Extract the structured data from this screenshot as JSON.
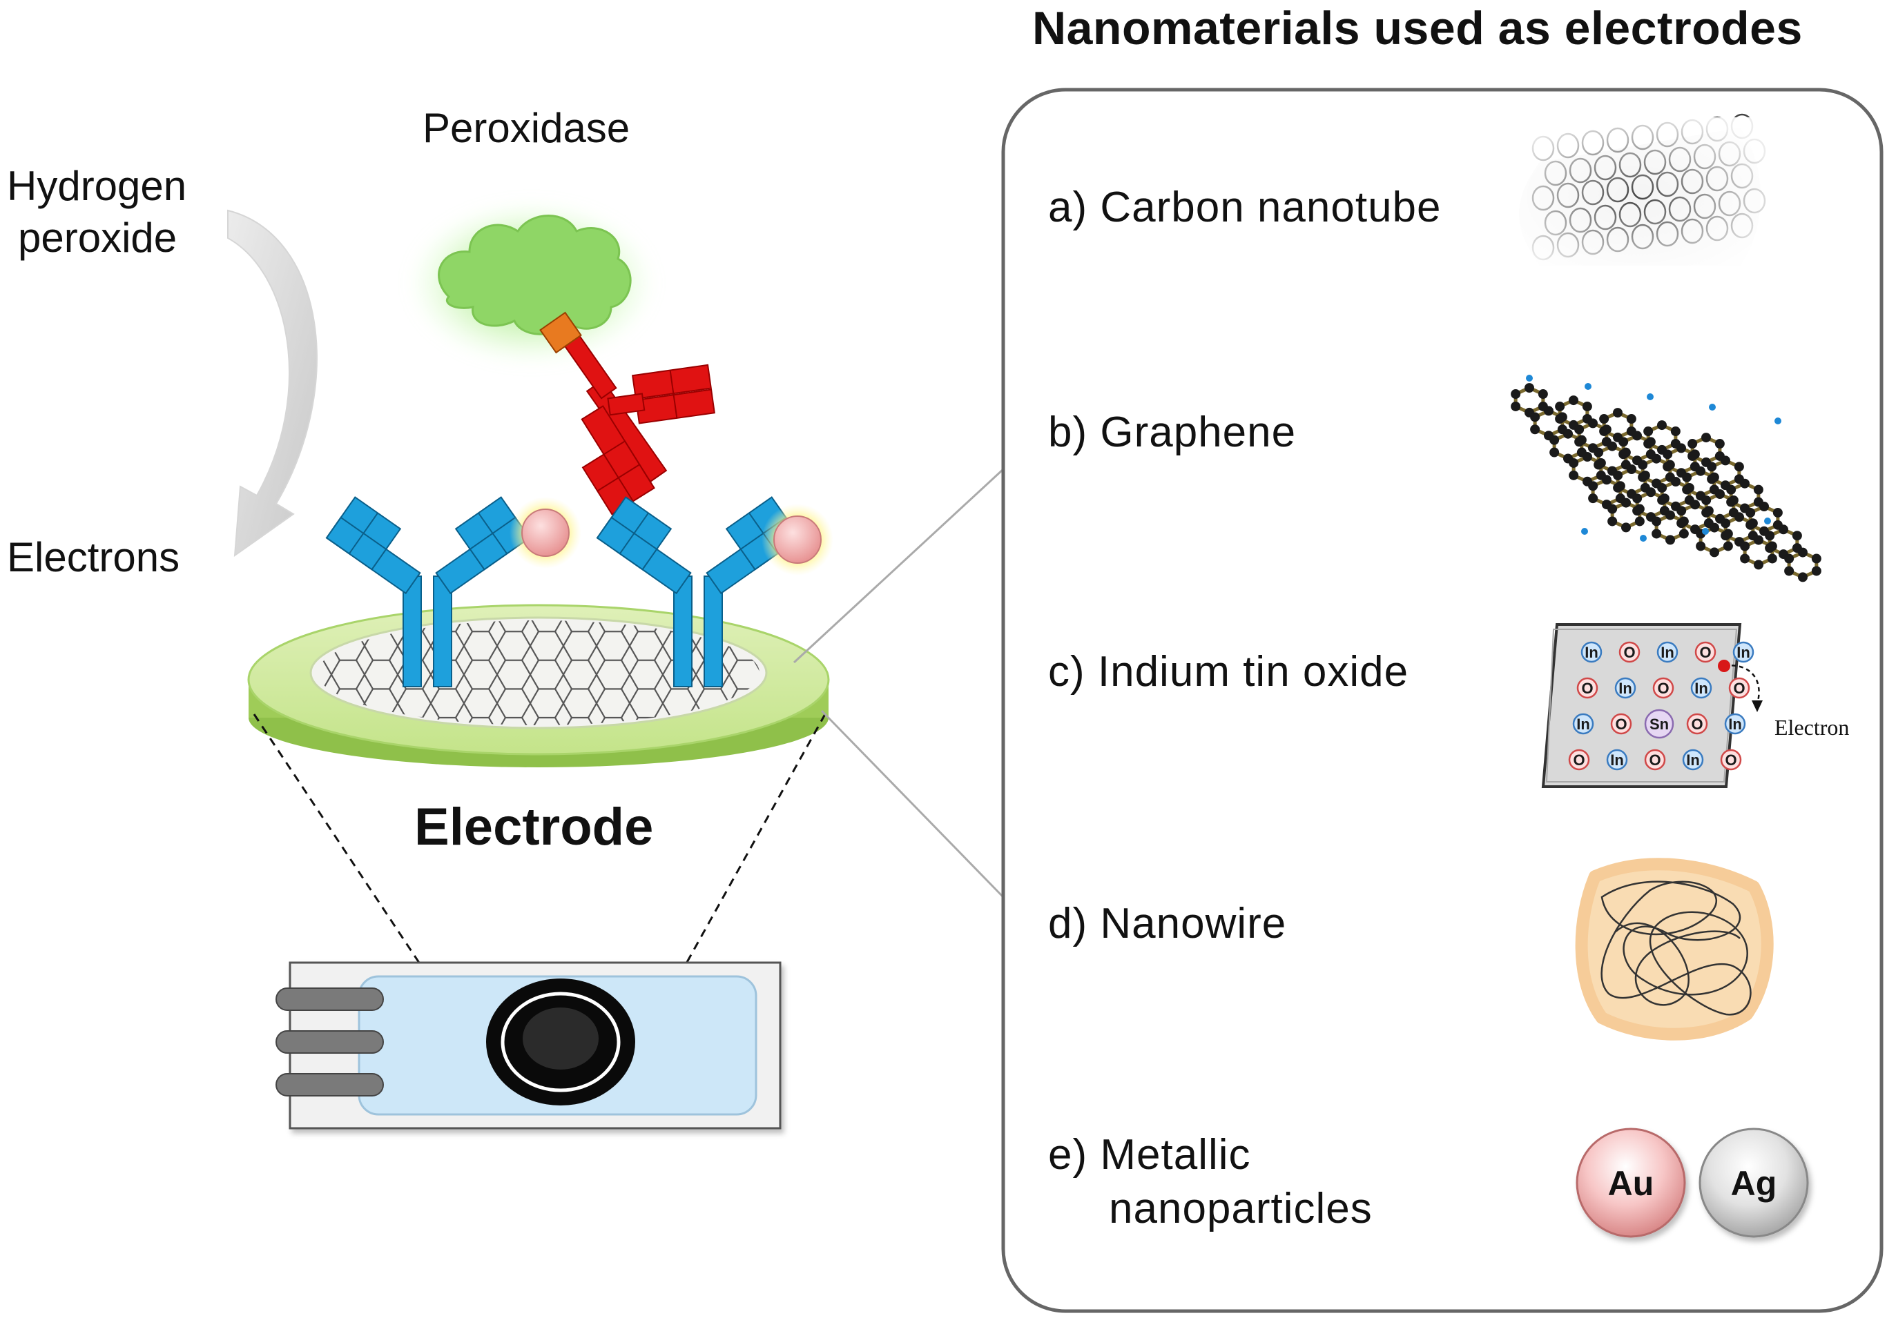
{
  "title": "Nanomaterials used as electrodes",
  "labels": {
    "peroxidase": "Peroxidase",
    "hydrogen_peroxide_line1": "Hydrogen",
    "hydrogen_peroxide_line2": "peroxide",
    "electrons": "Electrons",
    "electrode": "Electrode"
  },
  "materials": [
    {
      "label": "a) Carbon nanotube"
    },
    {
      "label": "b) Graphene"
    },
    {
      "label": "c) Indium tin oxide"
    },
    {
      "label": "d) Nanowire"
    },
    {
      "label_line1": "e) Metallic",
      "label_line2": "nanoparticles"
    }
  ],
  "ito": {
    "electron_label": "Electron",
    "atoms": {
      "in": "In",
      "o": "O",
      "sn": "Sn"
    }
  },
  "nanoparticles": {
    "gold": "Au",
    "silver": "Ag"
  },
  "colors": {
    "antibody_blue": "#1ea0dc",
    "antibody_red": "#e01010",
    "peroxidase_green": "#8ed466",
    "electrode_green": "#b6dd7a",
    "antigen_pink": "#f3b2b2",
    "sensor_blue": "#cde7f8"
  }
}
